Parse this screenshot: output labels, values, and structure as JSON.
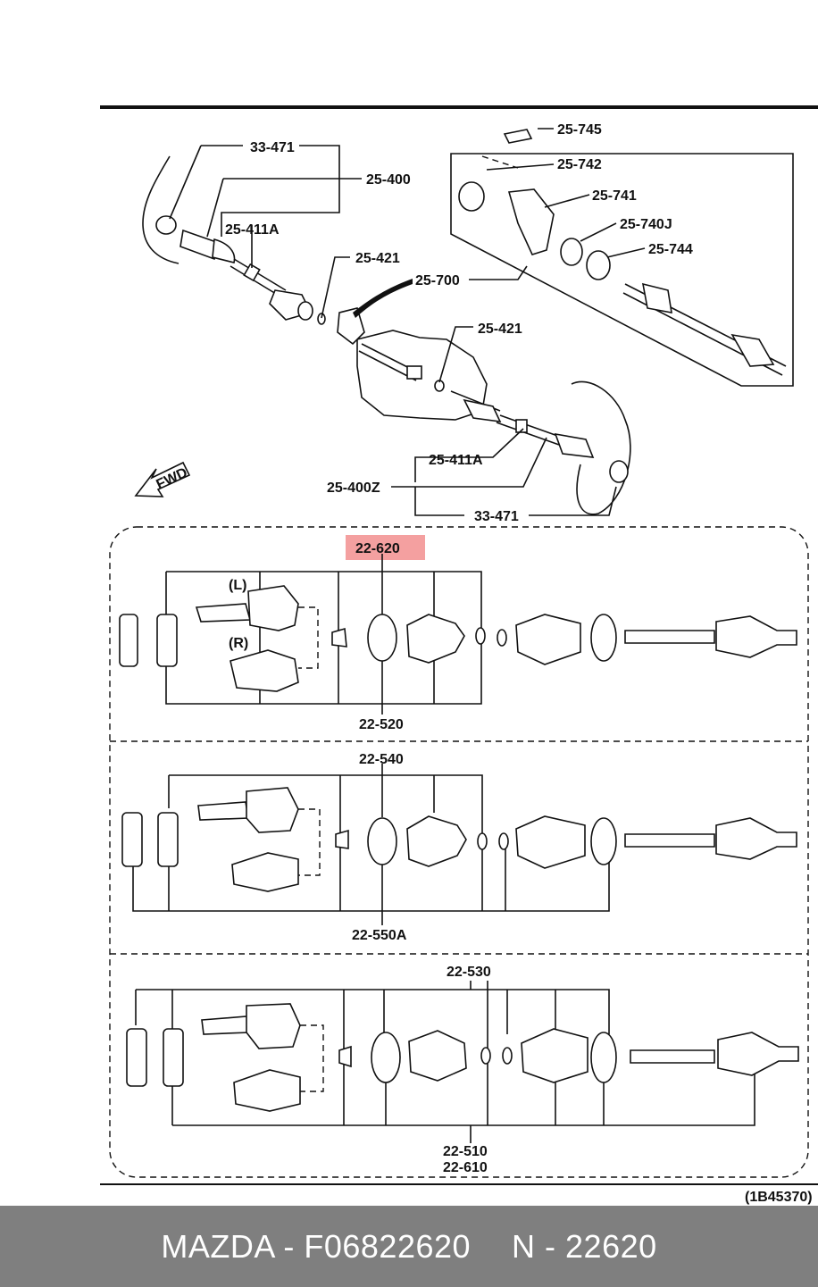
{
  "labels": {
    "top_33471": "33-471",
    "l_25745": "25-745",
    "l_25400": "25-400",
    "l_25742": "25-742",
    "l_25741": "25-741",
    "l_25411a_top": "25-411A",
    "l_25740j": "25-740J",
    "l_25744": "25-744",
    "l_25421_a": "25-421",
    "l_25700": "25-700",
    "l_25421_b": "25-421",
    "l_25411a_bot": "25-411A",
    "l_25400z": "25-400Z",
    "bot_33471": "33-471",
    "fwd": "FWD",
    "l_22620": "22-620",
    "l_22520": "22-520",
    "side_l": "(L)",
    "side_r": "(R)",
    "l_22540": "22-540",
    "l_22550a": "22-550A",
    "l_22530": "22-530",
    "l_22510": "22-510",
    "l_22610": "22-610",
    "ref_code": "(1B45370)"
  },
  "highlight_color": "#f4a0a0",
  "footer": {
    "brand_part": "MAZDA - F06822620",
    "short_part": "N - 22620"
  }
}
